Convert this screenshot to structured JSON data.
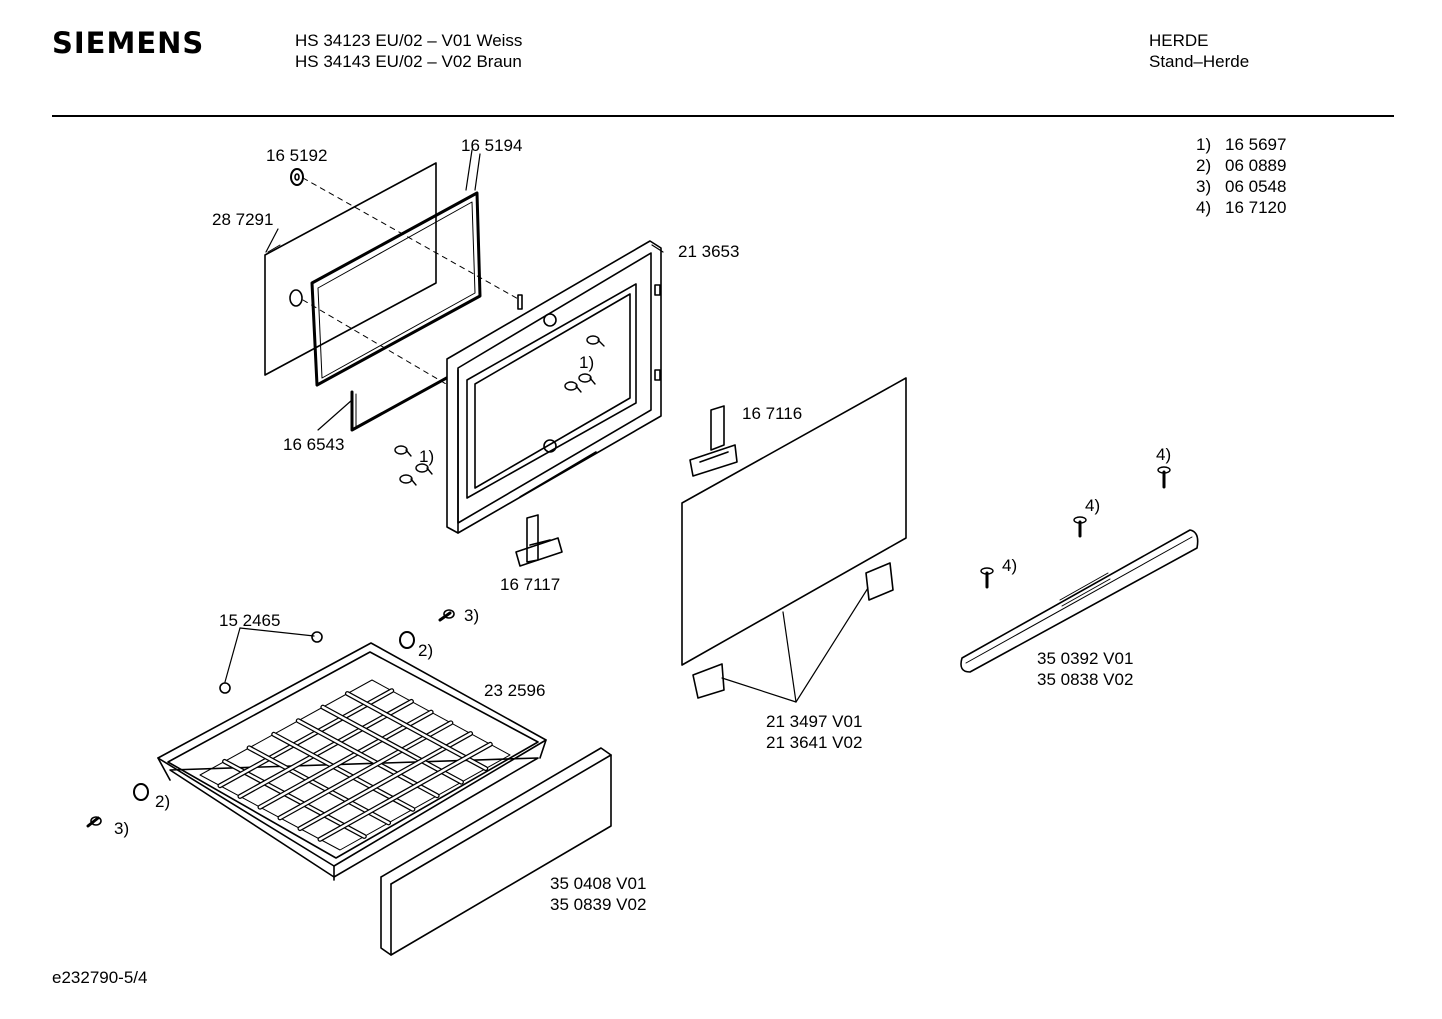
{
  "header": {
    "brand": "SIEMENS",
    "models": [
      "HS 34123 EU/02 – V01 Weiss",
      "HS 34143 EU/02 – V02 Braun"
    ],
    "category": [
      "HERDE",
      "Stand–Herde"
    ]
  },
  "legend": [
    {
      "key": "1)",
      "part": "16 5697"
    },
    {
      "key": "2)",
      "part": "06 0889"
    },
    {
      "key": "3)",
      "part": "06 0548"
    },
    {
      "key": "4)",
      "part": "16 7120"
    }
  ],
  "labels": {
    "p165192": "16 5192",
    "p165194": "16 5194",
    "p287291": "28 7291",
    "p213653": "21 3653",
    "p166543": "16 6543",
    "p167116": "16 7116",
    "p167117": "16 7117",
    "p152465": "15 2465",
    "p232596": "23 2596",
    "p213497": [
      "21 3497 V01",
      "21 3641 V02"
    ],
    "p350392": [
      "35 0392 V01",
      "35 0838 V02"
    ],
    "p350408": [
      "35 0408 V01",
      "35 0839 V02"
    ],
    "ref1a": "1)",
    "ref1b": "1)",
    "ref2a": "2)",
    "ref2b": "2)",
    "ref3a": "3)",
    "ref3b": "3)",
    "ref4a": "4)",
    "ref4b": "4)",
    "ref4c": "4)"
  },
  "footer": {
    "code": "e232790-5/4"
  }
}
